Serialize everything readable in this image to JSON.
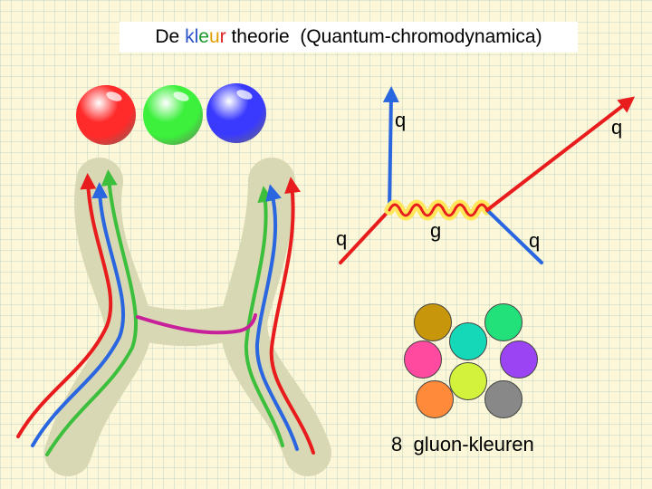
{
  "title": {
    "prefix": "De ",
    "kleur_letters": [
      {
        "char": "k",
        "color": "#2a52c8"
      },
      {
        "char": "l",
        "color": "#2a52c8"
      },
      {
        "char": "e",
        "color": "#1a9a2a"
      },
      {
        "char": "u",
        "color": "#e0a000"
      },
      {
        "char": "r",
        "color": "#e02020"
      }
    ],
    "suffix": " theorie  (Quantum-chromodynamica)"
  },
  "color_balls": [
    {
      "name": "red",
      "color": "#ff2a2a"
    },
    {
      "name": "green",
      "color": "#3cf03c"
    },
    {
      "name": "blue",
      "color": "#3a3aff"
    }
  ],
  "feynman": {
    "label_top_q": "q",
    "label_right_q": "q",
    "label_left_q": "q",
    "label_gluon": "g",
    "label_bottom_q": "q"
  },
  "gluon_colors": [
    "#c8960a",
    "#22e07a",
    "#ff4aa0",
    "#14d8b8",
    "#9a44f4",
    "#ff8a3a",
    "#d2f23c",
    "#888888"
  ],
  "caption": "8  gluon-kleuren"
}
